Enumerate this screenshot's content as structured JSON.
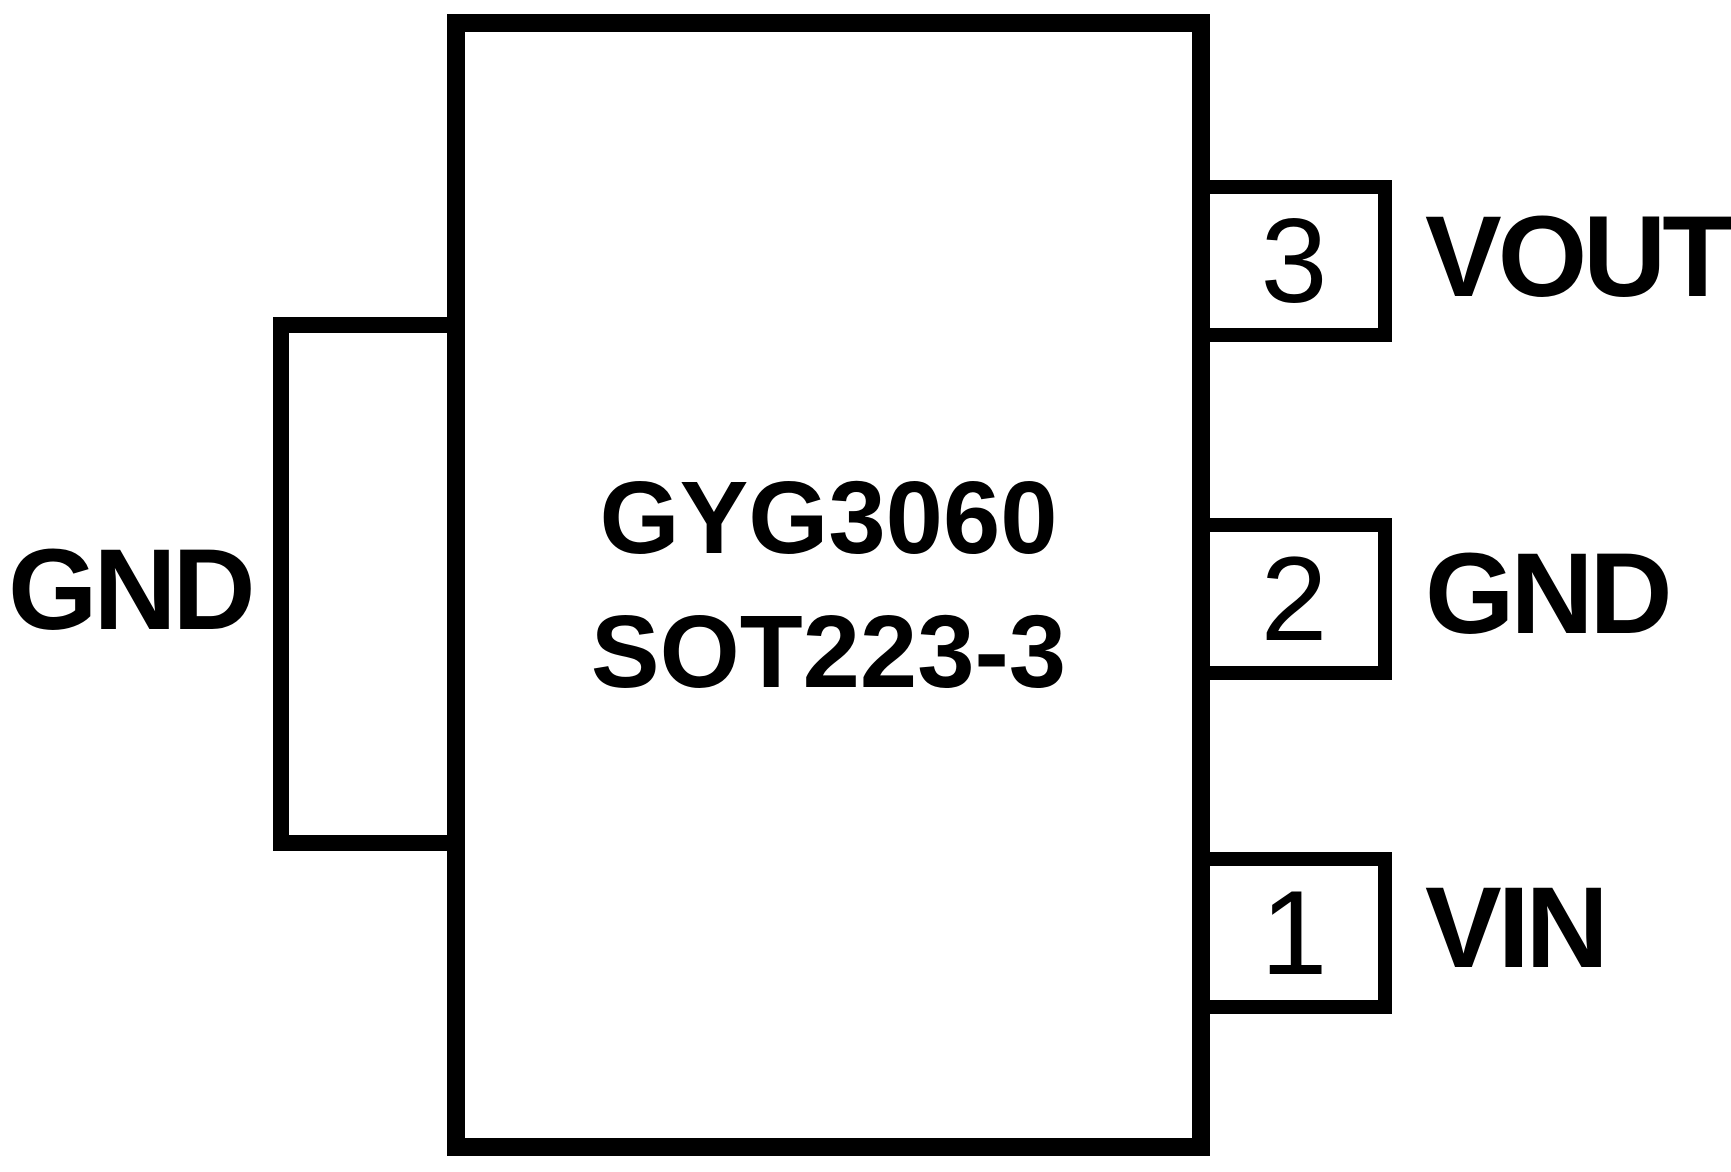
{
  "page": {
    "background": "#ffffff",
    "line_color": "#000000"
  },
  "chip": {
    "name": "GYG3060",
    "package": "SOT223-3",
    "tab_label": "GND",
    "pins": [
      {
        "number": "3",
        "name": "VOUT"
      },
      {
        "number": "2",
        "name": "GND"
      },
      {
        "number": "1",
        "name": "VIN"
      }
    ]
  }
}
